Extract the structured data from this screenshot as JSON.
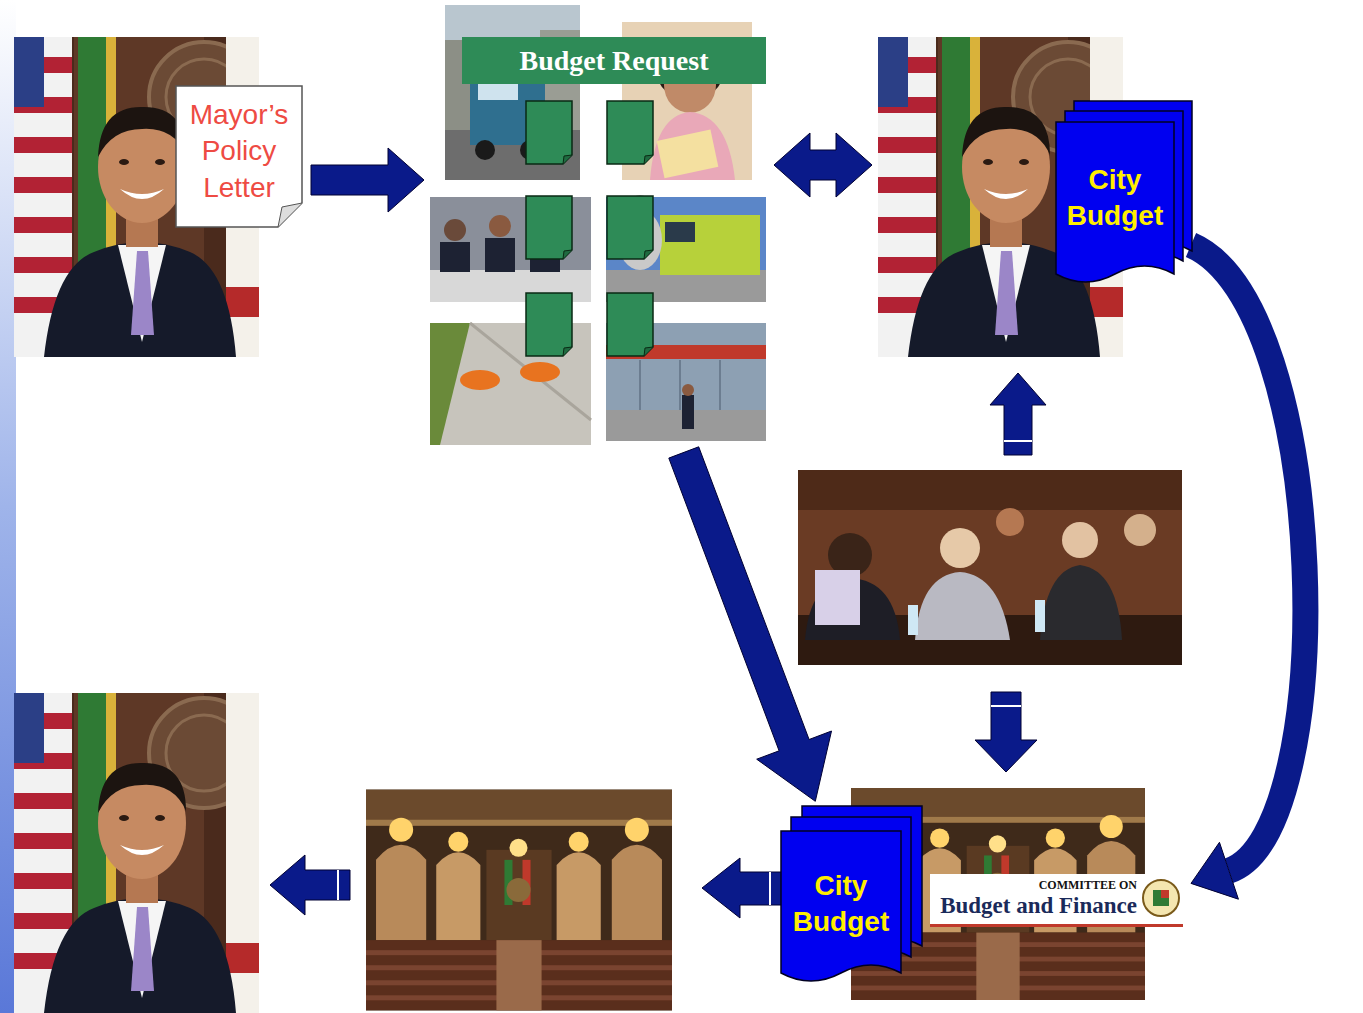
{
  "diagram": {
    "nodes": [
      {
        "text": [
          "Mayor’s Policy Letter"
        ]
      },
      {
        "text": [
          "Budget Request"
        ]
      },
      {
        "text": [
          "City Budget"
        ]
      },
      {
        "text": [
          "COMMITTEE ON",
          "Budget and Finance"
        ]
      },
      {
        "text": [
          "City Budget"
        ],
        "in": 3
      }
    ],
    "edges": [
      {
        "from": 0,
        "to": 1,
        "arrow": "to"
      },
      {
        "from": 1,
        "to": 2,
        "arrow": "both"
      },
      {
        "from": 2,
        "to": 3,
        "arrow": "to"
      },
      {
        "from": 1,
        "to": 4,
        "arrow": "to"
      }
    ]
  }
}
